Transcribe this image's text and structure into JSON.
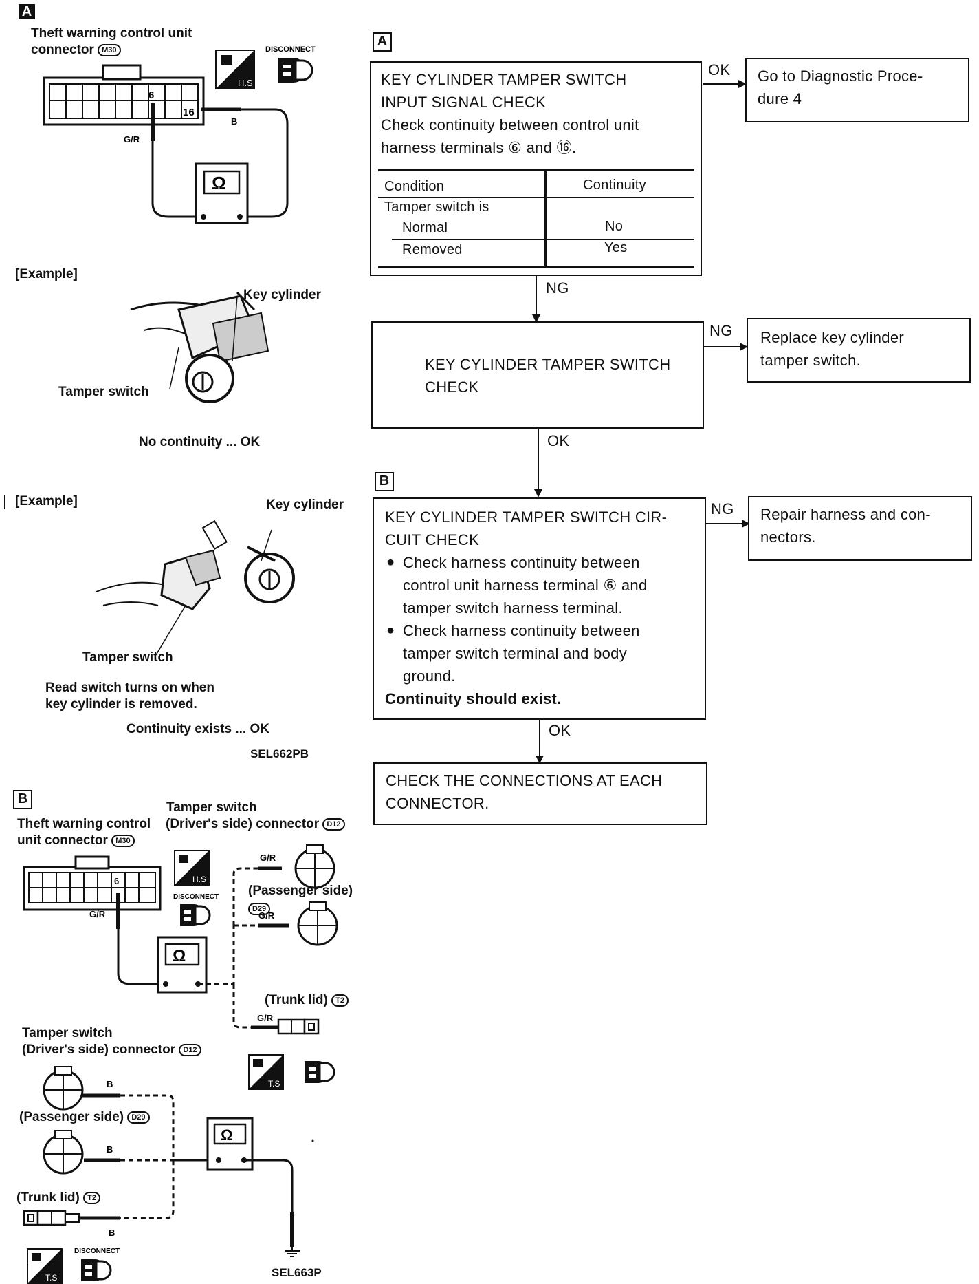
{
  "left": {
    "a_tag": "A",
    "a_conn_label_1": "Theft warning control unit",
    "a_conn_label_2": "connector",
    "a_conn_code": "M30",
    "a_pin_6": "6",
    "a_pin_16": "16",
    "a_wire_gr": "G/R",
    "a_wire_b": "B",
    "disconnect": "DISCONNECT",
    "hs": "H.S",
    "ts": "T.S",
    "ohm": "Ω",
    "ex1_label": "[Example]",
    "ex1_key_cylinder": "Key cylinder",
    "ex1_tamper": "Tamper switch",
    "ex1_result": "No continuity ... OK",
    "ex2_label": "[Example]",
    "ex2_key_cylinder": "Key cylinder",
    "ex2_tamper": "Tamper switch",
    "ex2_note_1": "Read switch turns on when",
    "ex2_note_2": "key cylinder is removed.",
    "ex2_result": "Continuity exists ... OK",
    "code_a": "SEL662PB",
    "b_tag": "B",
    "b_conn_label_1": "Theft warning control",
    "b_conn_label_2": "unit connector",
    "b_conn_code": "M30",
    "b_pin_6": "6",
    "b_wire_gr": "G/R",
    "b_ts_label_1": "Tamper switch",
    "b_ts_label_2": "(Driver's side) connector",
    "b_ts_code": "D12",
    "b_gr1": "G/R",
    "b_passenger": "(Passenger side)",
    "b_pass_code": "D29",
    "b_gr2": "G/R",
    "b_trunk": "(Trunk lid)",
    "b_trunk_code": "T2",
    "b_gr3": "G/R",
    "c_ts_label_1": "Tamper switch",
    "c_ts_label_2": "(Driver's side) connector",
    "c_ts_code": "D12",
    "c_passenger": "(Passenger side)",
    "c_pass_code": "D29",
    "c_trunk": "(Trunk lid)",
    "c_trunk_code": "T2",
    "c_b1": "B",
    "c_b2": "B",
    "c_b3": "B",
    "code_b": "SEL663P"
  },
  "flow": {
    "tag_a": "A",
    "tag_b": "B",
    "box1": {
      "lines": [
        "KEY CYLINDER TAMPER SWITCH",
        "INPUT SIGNAL CHECK",
        "Check continuity between control unit",
        "harness terminals ⑥ and ⑯."
      ],
      "table": {
        "head": [
          "Condition",
          "Continuity"
        ],
        "group": "Tamper switch is",
        "rows": [
          [
            "Normal",
            "No"
          ],
          [
            "Removed",
            "Yes"
          ]
        ]
      }
    },
    "box1_ok_label": "OK",
    "box1_ok_result": [
      "Go to Diagnostic Proce-",
      "dure 4"
    ],
    "box1_ng_label": "NG",
    "box2": [
      "KEY CYLINDER TAMPER SWITCH",
      "CHECK"
    ],
    "box2_ng_label": "NG",
    "box2_ng_result": [
      "Replace key cylinder",
      "tamper switch."
    ],
    "box2_ok_label": "OK",
    "box3": {
      "lines": [
        "KEY CYLINDER TAMPER SWITCH CIR-",
        "CUIT CHECK"
      ],
      "bullets": [
        [
          "Check harness continuity between",
          "control unit harness terminal ⑥ and",
          "tamper switch harness terminal."
        ],
        [
          "Check harness continuity between",
          "tamper switch terminal and body",
          "ground."
        ]
      ],
      "conclusion": "Continuity should exist."
    },
    "box3_ng_label": "NG",
    "box3_ng_result": [
      "Repair harness and con-",
      "nectors."
    ],
    "box3_ok_label": "OK",
    "box4": [
      "CHECK THE CONNECTIONS AT EACH",
      "CONNECTOR."
    ]
  }
}
